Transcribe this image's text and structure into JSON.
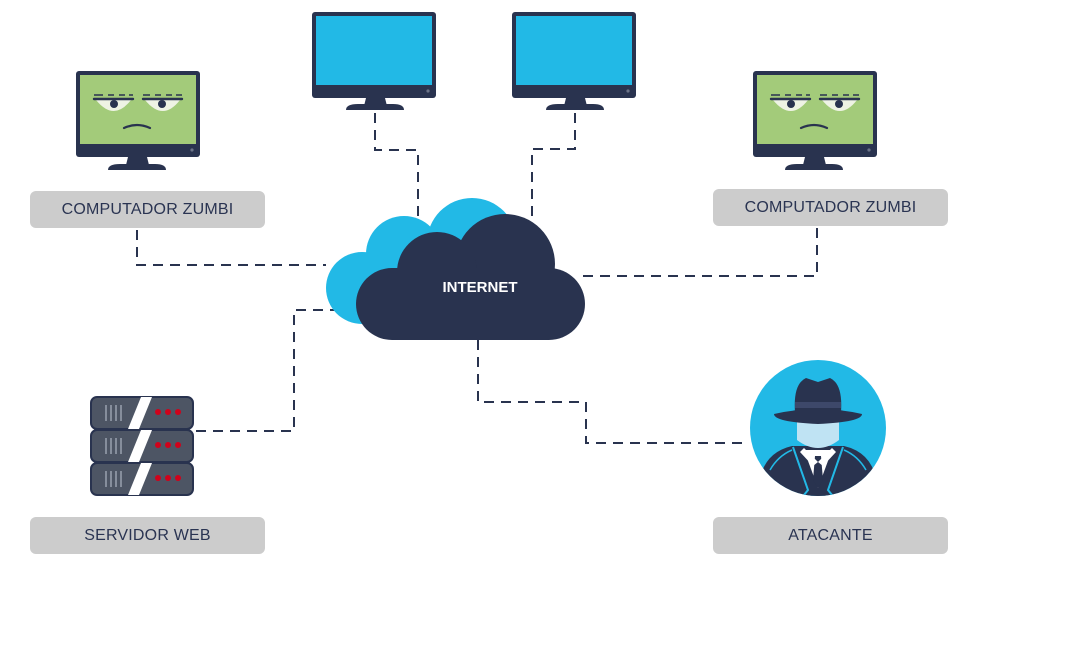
{
  "diagram": {
    "cloud": {
      "label": "INTERNET"
    },
    "zombie_left": {
      "label": "COMPUTADOR ZUMBI"
    },
    "zombie_right": {
      "label": "COMPUTADOR ZUMBI"
    },
    "web_server": {
      "label": "SERVIDOR WEB"
    },
    "attacker": {
      "label": "ATACANTE"
    }
  },
  "colors": {
    "navy": "#29334f",
    "cyan": "#22b9e6",
    "zombie_green": "#a3cb7a",
    "label_gray": "#cccccc",
    "server_gray": "#4d5564",
    "server_led": "#d0021b"
  },
  "icons": [
    "monitor-icon",
    "zombie-monitor-icon",
    "server-rack-icon",
    "hacker-icon",
    "cloud-icon"
  ]
}
